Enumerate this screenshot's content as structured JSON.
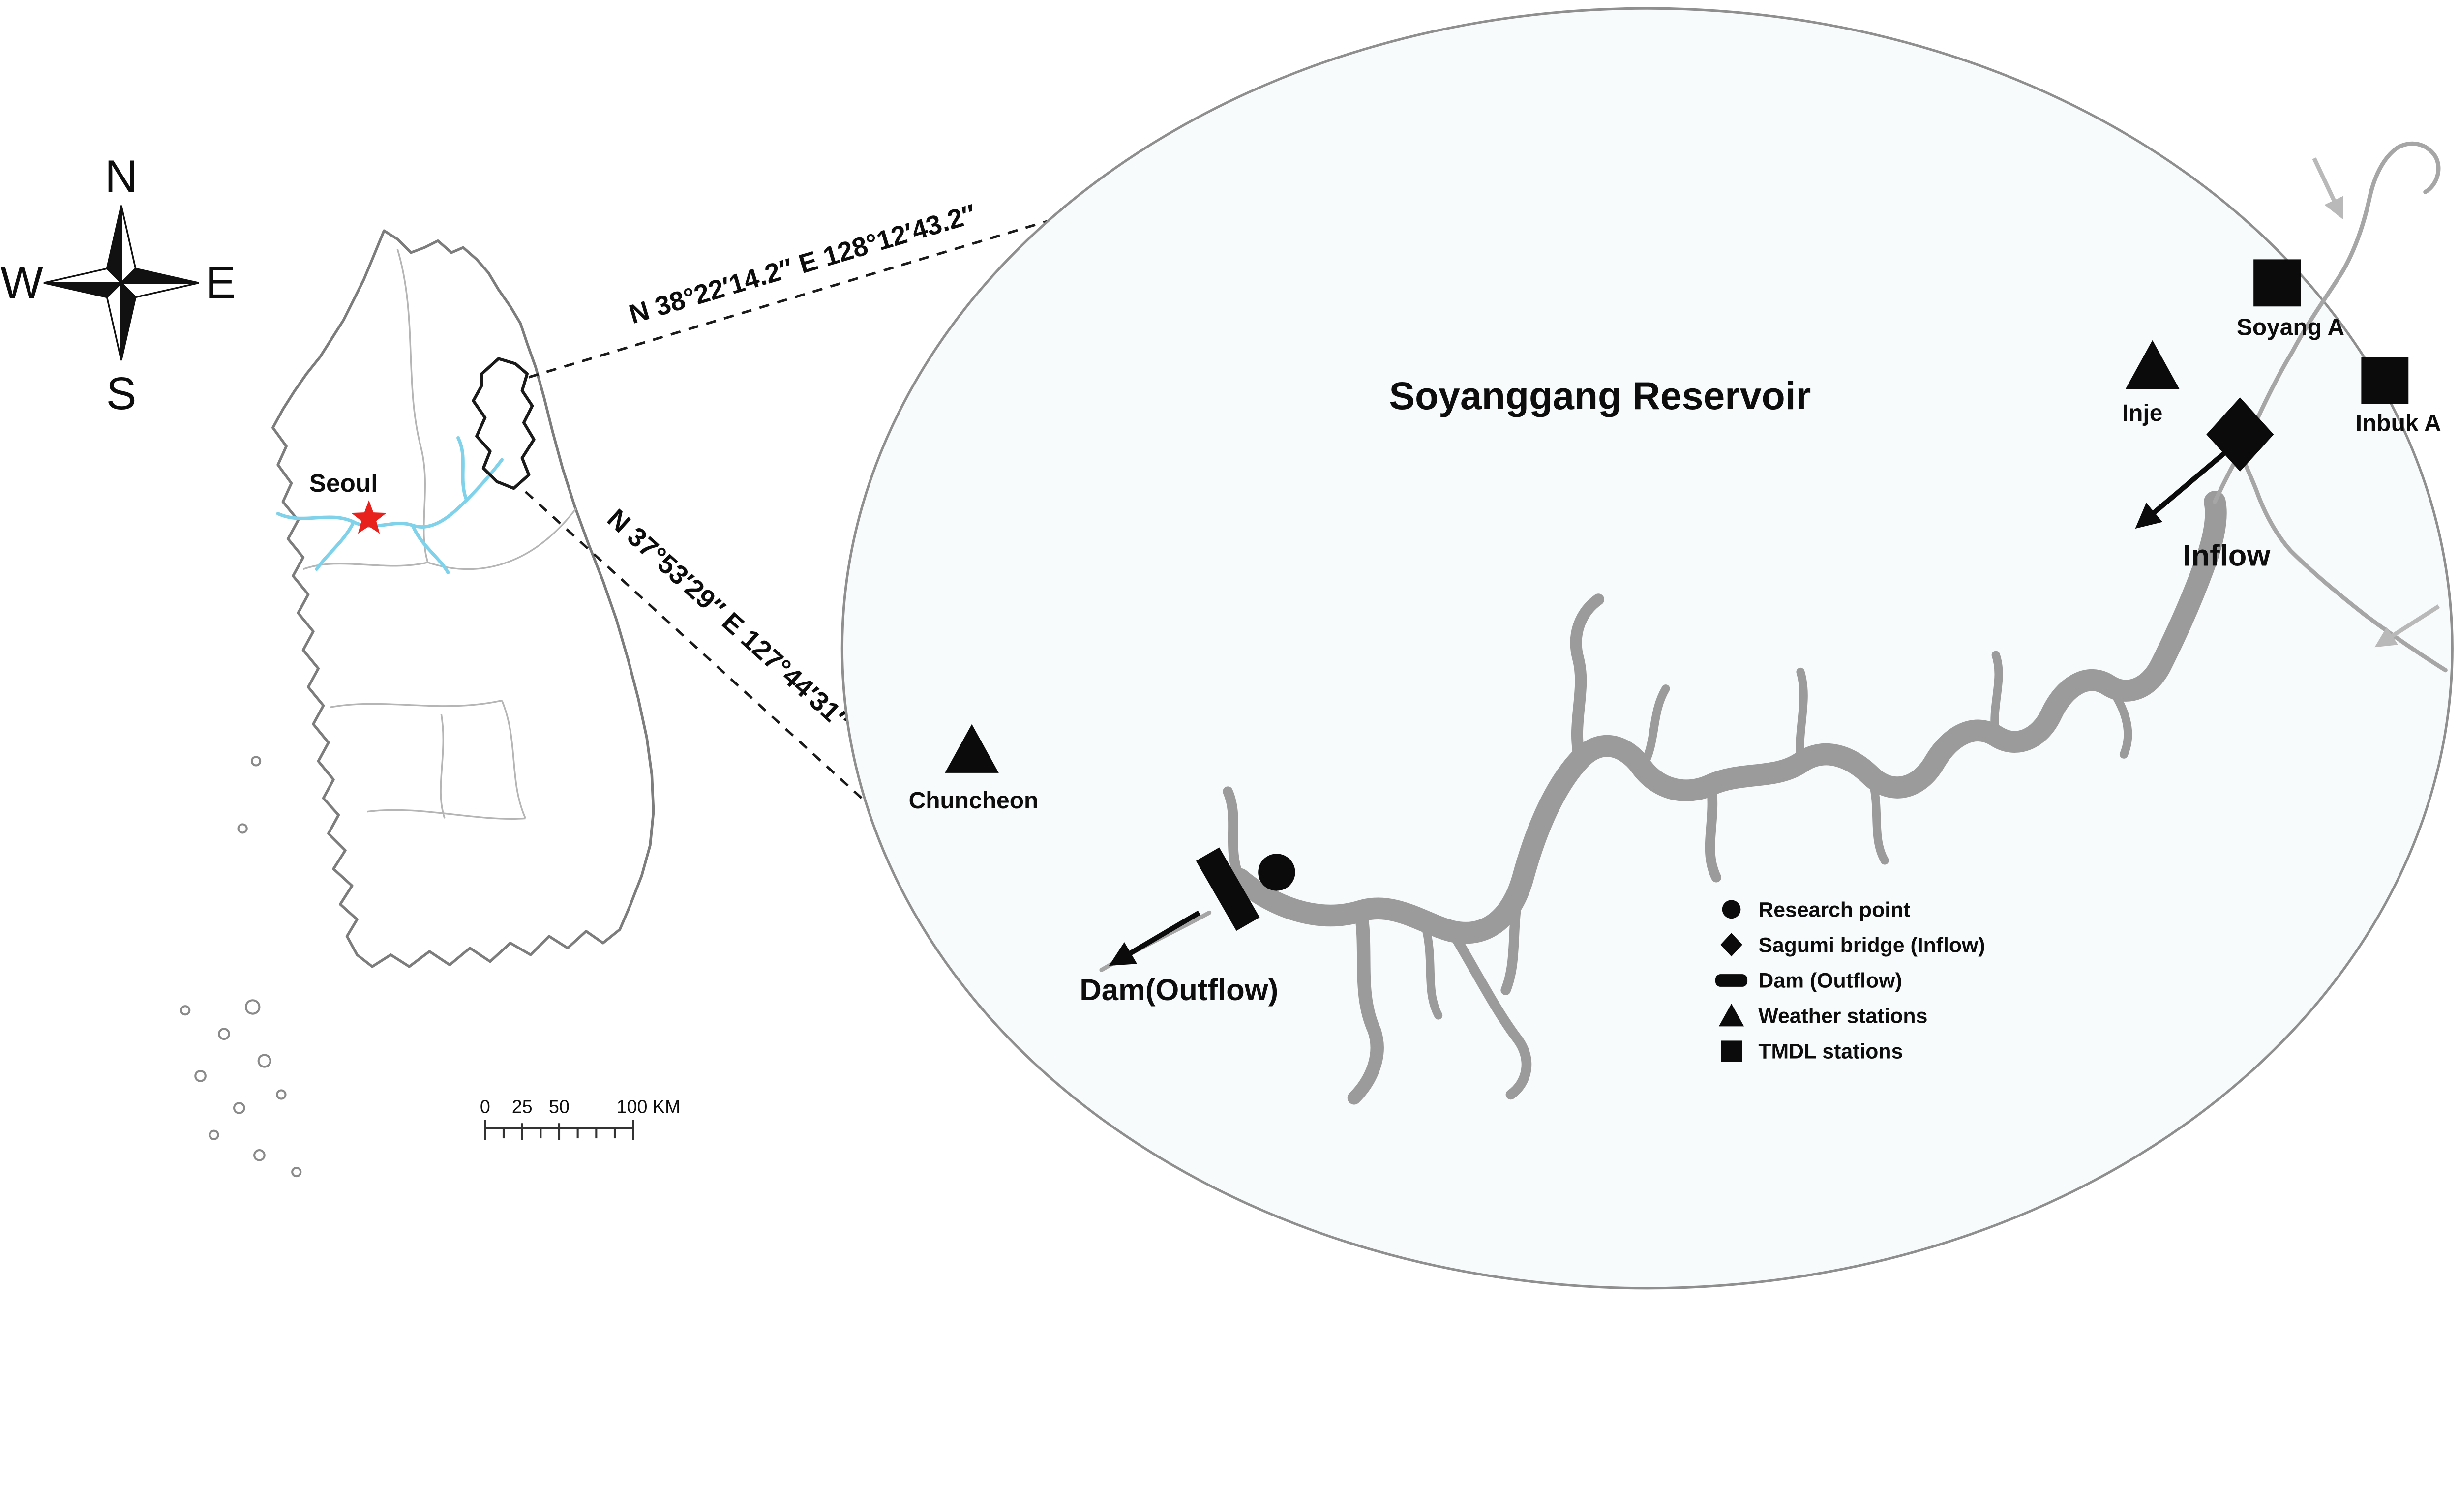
{
  "compass": {
    "n": "N",
    "e": "E",
    "s": "S",
    "w": "W"
  },
  "korea_map": {
    "seoul_label": "Seoul",
    "scale_labels": [
      "0",
      "25",
      "50",
      "100 KM"
    ]
  },
  "callouts": {
    "upper_coord": "N 38°22′14.2″ E 128°12′43.2″",
    "lower_coord": "N 37°53′29″ E 127°44′31″"
  },
  "inset": {
    "title": "Soyanggang Reservoir",
    "inflow_label": "Inflow",
    "dam_label": "Dam(Outflow)",
    "stations": {
      "soyang_a": "Soyang A",
      "inbuk_a": "Inbuk A",
      "inje": "Inje",
      "chuncheon": "Chuncheon"
    },
    "legend": {
      "items": [
        {
          "symbol": "circle",
          "label": "Research point"
        },
        {
          "symbol": "diamond",
          "label": "Sagumi bridge (Inflow)"
        },
        {
          "symbol": "bar",
          "label": "Dam (Outflow)"
        },
        {
          "symbol": "triangle",
          "label": "Weather stations"
        },
        {
          "symbol": "square",
          "label": "TMDL stations"
        }
      ]
    }
  },
  "colors": {
    "land_outline": "#7d7d7d",
    "province_line": "#b5b5b5",
    "river_blue": "#7fd2ea",
    "seoul_star_red": "#e8211d",
    "reservoir_gray": "#9b9b9b",
    "marker_black": "#0b0b0b",
    "ellipse_fill": "#f7fbfc"
  }
}
